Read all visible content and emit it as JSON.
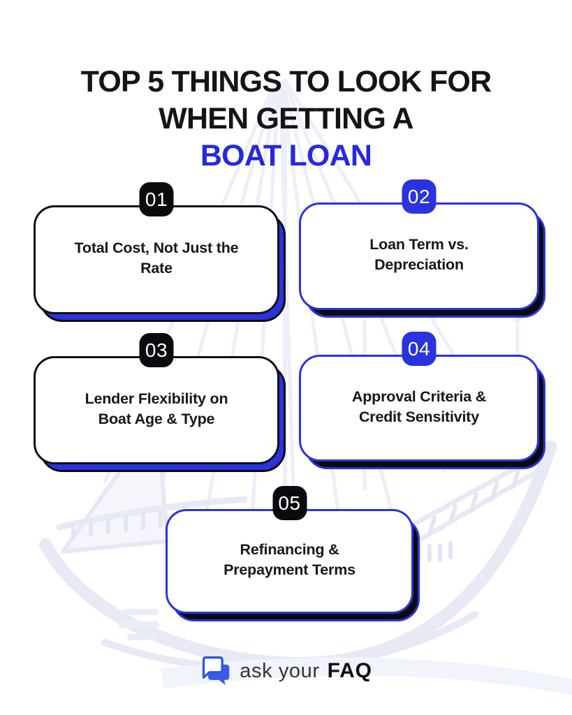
{
  "title": {
    "line1": "TOP 5 THINGS TO LOOK FOR",
    "line2": "WHEN GETTING A",
    "highlight": "BOAT LOAN"
  },
  "colors": {
    "accent_blue": "#2a33dd",
    "title_blue": "#2628e0",
    "badge_black": "#0b0b0f",
    "text_black": "#16171c",
    "watermark_lavender": "#eaedf6"
  },
  "cards": [
    {
      "number": "01",
      "label": "Total Cost, Not Just the Rate",
      "lines": [
        "Total Cost, Not Just the",
        "Rate"
      ],
      "badge_color": "black",
      "border_color": "black",
      "shadow_color": "blue"
    },
    {
      "number": "02",
      "label": "Loan Term vs. Depreciation",
      "lines": [
        "Loan Term vs.",
        "Depreciation"
      ],
      "badge_color": "blue",
      "border_color": "blue",
      "shadow_color": "black"
    },
    {
      "number": "03",
      "label": "Lender Flexibility on Boat Age & Type",
      "lines": [
        "Lender Flexibility on",
        "Boat Age & Type"
      ],
      "badge_color": "black",
      "border_color": "black",
      "shadow_color": "blue"
    },
    {
      "number": "04",
      "label": "Approval Criteria & Credit Sensitivity",
      "lines": [
        "Approval Criteria &",
        "Credit Sensitivity"
      ],
      "badge_color": "blue",
      "border_color": "blue",
      "shadow_color": "black"
    },
    {
      "number": "05",
      "label": "Refinancing & Prepayment Terms",
      "lines": [
        "Refinancing &",
        "Prepayment Terms"
      ],
      "badge_color": "black",
      "border_color": "blue",
      "shadow_color": "black"
    }
  ],
  "footer": {
    "brand_text_regular": "ask your",
    "brand_text_bold": "FAQ",
    "logo_icon": "chat-bubbles-icon"
  }
}
